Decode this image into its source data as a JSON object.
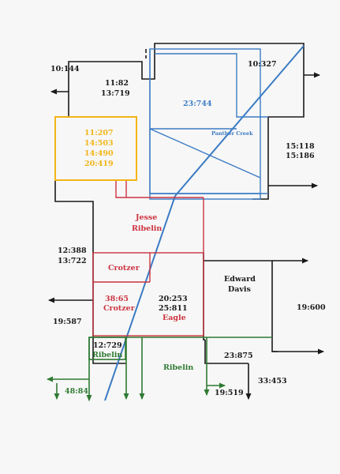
{
  "colors": {
    "black": "#1a1a1a",
    "blue": "#3b7bc4",
    "red": "#cc3340",
    "orange": "#f2b418",
    "green": "#2f7a32",
    "paper": "#f7f7f7"
  },
  "labels": {
    "l_10_144": "10:144",
    "l_11_82": "11:82",
    "l_13_719": "13:719",
    "l_10_327": "10:327",
    "l_23_744": "23:744",
    "l_panther_creek": "Panther Creek",
    "l_15_118": "15:118",
    "l_15_186": "15:186",
    "o_11_207": "11:207",
    "o_14_503": "14:503",
    "o_14_490": "14:490",
    "o_20_419": "20:419",
    "l_jesse": "Jesse",
    "l_ribelin_1": "Ribelin",
    "l_12_388": "12:388",
    "l_13_722": "13:722",
    "l_crotzer_1": "Crotzer",
    "l_38_65": "38:65",
    "l_crotzer_2": "Crotzer",
    "l_20_253": "20:253",
    "l_25_811": "25:811",
    "l_eagle": "Eagle",
    "l_edward": "Edward",
    "l_davis": "Davis",
    "l_19_600": "19:600",
    "l_19_587": "19:587",
    "l_12_729": "12:729",
    "l_ribelin_2": "Ribelin",
    "l_ribelin_3": "Ribelin",
    "l_23_875": "23:875",
    "l_48_84": "48:84",
    "l_33_453": "33:453",
    "l_19_519": "19:519"
  }
}
